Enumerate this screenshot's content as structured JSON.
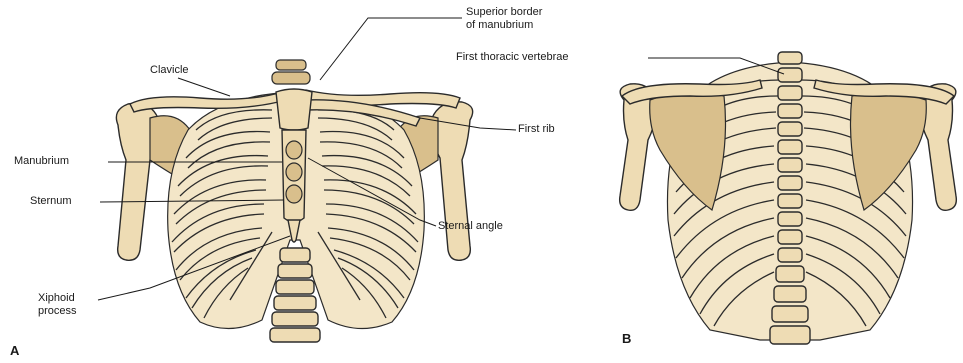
{
  "panels": {
    "a": "A",
    "b": "B"
  },
  "labels": {
    "superior_border_line1": "Superior border",
    "superior_border_line2": "of manubrium",
    "clavicle": "Clavicle",
    "first_rib": "First rib",
    "manubrium": "Manubrium",
    "sternum": "Sternum",
    "sternal_angle": "Sternal angle",
    "xiphoid_line1": "Xiphoid",
    "xiphoid_line2": "process",
    "first_thoracic_vertebrae": "First thoracic vertebrae"
  },
  "colors": {
    "bone": "#eedcb4",
    "bone_shade": "#d9bf8c",
    "outline": "#2b2b2b",
    "ink": "#1a1a1a"
  }
}
